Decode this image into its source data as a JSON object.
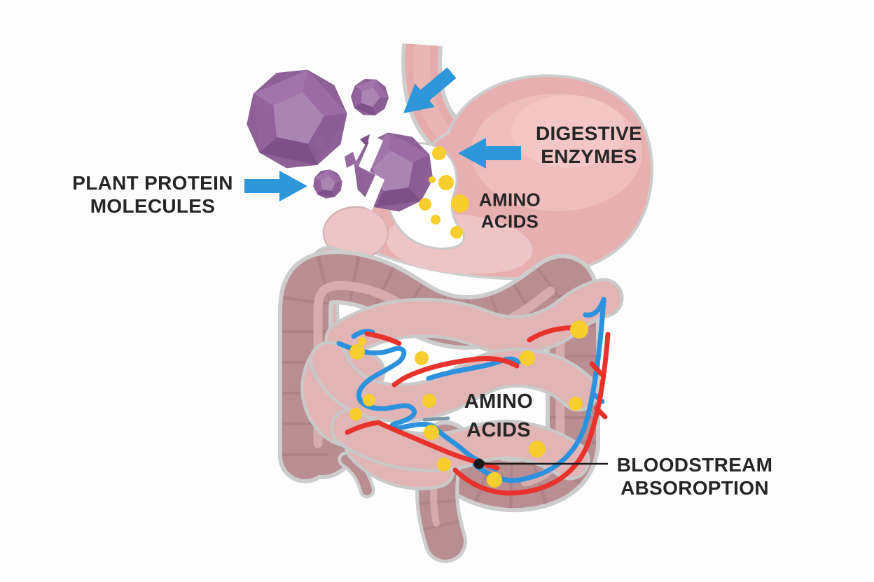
{
  "diagram": {
    "description": "Illustration of plant protein digestion: protein molecules broken by digestive enzymes in the stomach into amino acids, which are absorbed into the bloodstream in the intestines",
    "labels": {
      "plant_protein": {
        "line1": "PLANT PROTEIN",
        "line2": "MOLECULES"
      },
      "digestive_enzymes": {
        "line1": "DIGESTIVE",
        "line2": "ENZYMES"
      },
      "amino_acids_stomach": {
        "line1": "AMINO",
        "line2": "ACIDS"
      },
      "amino_acids_intestine": {
        "line1": "AMINO",
        "line2": "ACIDS"
      },
      "bloodstream_absorption": {
        "line1": "BLOODSTREAM",
        "line2": "ABSOROPTION"
      }
    },
    "icons": {
      "flow-arrow-icon": "solid blue block arrow",
      "leader-dot-icon": "filled black circle with horizontal pointer line",
      "protein-molecule-icon": "purple faceted polyhedron",
      "amino-acid-icon": "small yellow circle"
    },
    "colors": {
      "background": "#fdfdfd",
      "text": "#262626",
      "arrow_blue": "#2d97da",
      "molecule_purple": "#8d6096",
      "molecule_purple_light": "#ab85b2",
      "molecule_purple_dark": "#7d5088",
      "amino_yellow": "#f6ce2e",
      "vessel_red": "#e8332c",
      "vessel_blue": "#2d92de",
      "stomach_pink": "#e8afb1",
      "stomach_highlight": "#f2c8c7",
      "antrum_pink": "#edc5c6",
      "esophagus_pink": "#e5abab",
      "intestine_pink": "#e1b4b5",
      "colon_mauve": "#b98e92",
      "colon_stripe": "#d8aeb0",
      "outline_gray": "#cdcdcd",
      "leader_black": "#1a1a1a"
    }
  }
}
